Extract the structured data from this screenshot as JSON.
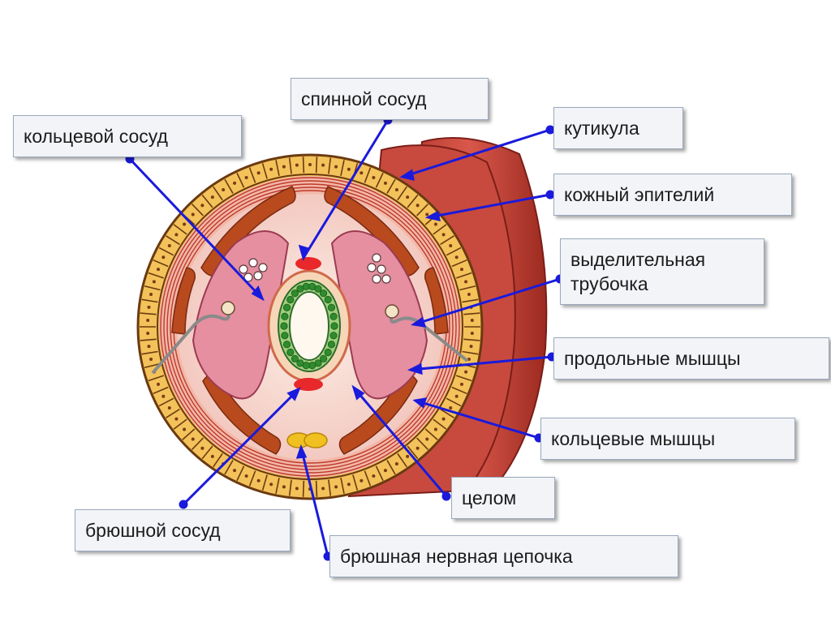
{
  "labels": {
    "spinal_vessel": "спинной сосуд",
    "ring_vessel": "кольцевой сосуд",
    "cuticle": "кутикула",
    "skin_epithelium": "кожный эпителий",
    "excretory_tubule": "выделительная\nтрубочка",
    "longitudinal_muscles": "продольные мышцы",
    "ring_muscles": "кольцевые мышцы",
    "coelom": "целом",
    "ventral_vessel": "брюшной сосуд",
    "ventral_nerve_chain": "брюшная нервная цепочка"
  },
  "colors": {
    "pointer": "#1a1adc",
    "cuticle_cells": "#e8b64c",
    "muscle_bands": "#b84a1e",
    "coelom_fill": "#f6d0c8",
    "tissue_pink": "#e58fa0",
    "gut_epithelium": "#2e8b2e",
    "vessel_red": "#e8282a",
    "nerve_yellow": "#f0c020",
    "body_wall_outer": "#c8443a"
  }
}
